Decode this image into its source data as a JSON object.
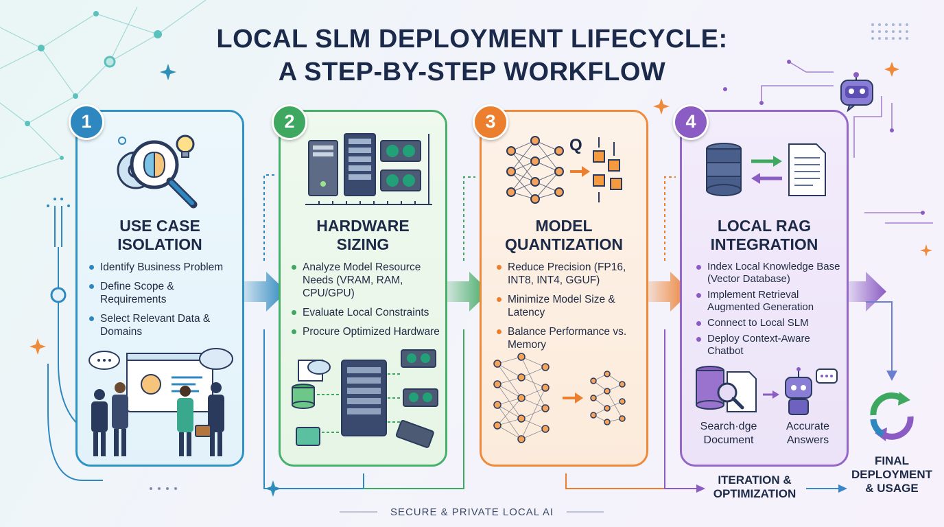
{
  "title": {
    "line1": "LOCAL SLM DEPLOYMENT LIFECYCLE:",
    "line2": "A STEP-BY-STEP WORKFLOW"
  },
  "steps": [
    {
      "number": "1",
      "title_line1": "USE CASE",
      "title_line2": "ISOLATION",
      "color": "#2e88bf",
      "bullets": [
        "Identify Business Problem",
        "Define Scope & Requirements",
        "Select Relevant Data & Domains"
      ]
    },
    {
      "number": "2",
      "title_line1": "HARDWARE",
      "title_line2": "SIZING",
      "color": "#3ea860",
      "bullets": [
        "Analyze Model Resource Needs (VRAM, RAM, CPU/GPU)",
        "Evaluate Local Constraints",
        "Procure Optimized Hardware"
      ]
    },
    {
      "number": "3",
      "title_line1": "MODEL",
      "title_line2": "QUANTIZATION",
      "color": "#ec7f2e",
      "bullets": [
        "Reduce Precision (FP16, INT8, INT4, GGUF)",
        "Minimize Model Size & Latency",
        "Balance Performance vs. Memory"
      ],
      "q_label": "Q"
    },
    {
      "number": "4",
      "title_line1": "LOCAL RAG",
      "title_line2": "INTEGRATION",
      "color": "#8b5cc4",
      "bullets": [
        "Index Local Knowledge Base (Vector Database)",
        "Implement Retrieval Augmented Generation",
        "Connect to Local SLM",
        "Deploy Context-Aware Chatbot"
      ],
      "sub_labels": {
        "search_line1": "Search·dge",
        "search_line2": "Document",
        "answers_line1": "Accurate",
        "answers_line2": "Answers"
      }
    }
  ],
  "iteration": {
    "line1": "ITERATION &",
    "line2": "OPTIMIZATION"
  },
  "final": {
    "line1": "FINAL",
    "line2": "DEPLOYMENT",
    "line3": "& USAGE"
  },
  "footer": "SECURE & PRIVATE LOCAL AI",
  "icon_names": [
    "magnifier-brain-icon",
    "gears-icon",
    "lightbulb-icon",
    "server-tower-icon",
    "gpu-card-icon",
    "ruler-icon",
    "neural-network-icon",
    "cube-icon",
    "database-icon",
    "document-icon",
    "robot-chat-icon",
    "cycle-icon"
  ]
}
